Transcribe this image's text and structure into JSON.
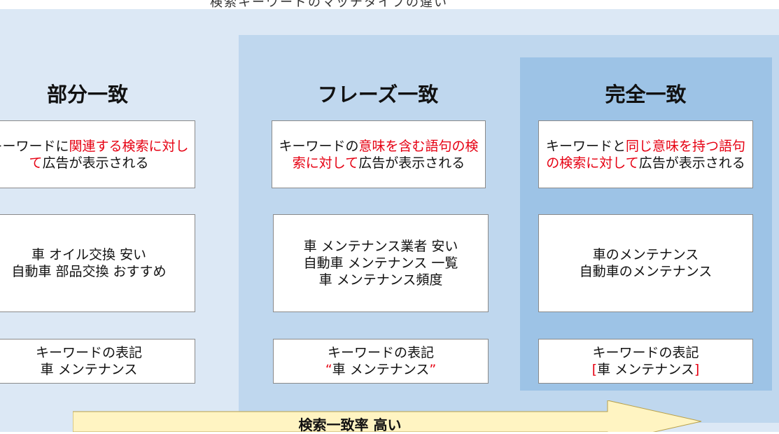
{
  "top_caption": "検索キーワードのマッチタイプの違い",
  "columns": [
    {
      "heading": "部分一致",
      "description": {
        "normal_start": "キーワードに",
        "highlight": "関連する検索に対して",
        "normal_end": "広告が表示される"
      },
      "examples": [
        "車 オイル交換 安い",
        "自動車 部品交換 おすすめ"
      ],
      "notation_label": "キーワードの表記",
      "notation_value": "車 メンテナンス"
    },
    {
      "heading": "フレーズ一致",
      "description": {
        "normal_start": "キーワードの",
        "highlight": "意味を含む語句の検索に対して",
        "normal_end": "広告が表示される"
      },
      "examples": [
        "車 メンテナンス業者 安い",
        "自動車 メンテナンス 一覧",
        "車 メンテナンス頻度"
      ],
      "notation_label": "キーワードの表記",
      "notation_open": "“",
      "notation_value": "車 メンテナンス",
      "notation_close": "”"
    },
    {
      "heading": "完全一致",
      "description": {
        "normal_start": "キーワードと",
        "highlight": "同じ意味を持つ語句の検索に対して",
        "normal_end": "広告が表示される"
      },
      "examples": [
        "車のメンテナンス",
        "自動車のメンテナンス"
      ],
      "notation_label": "キーワードの表記",
      "notation_open": "[",
      "notation_value": "車 メンテナンス",
      "notation_close": "]"
    }
  ],
  "arrow_label": "検索一致率 高い",
  "colors": {
    "band_light": "#dce8f5",
    "band_mid": "#bfd7ee",
    "band_dark": "#9dc3e6",
    "highlight_red": "#e60012",
    "arrow_fill": "#fff4c2"
  }
}
